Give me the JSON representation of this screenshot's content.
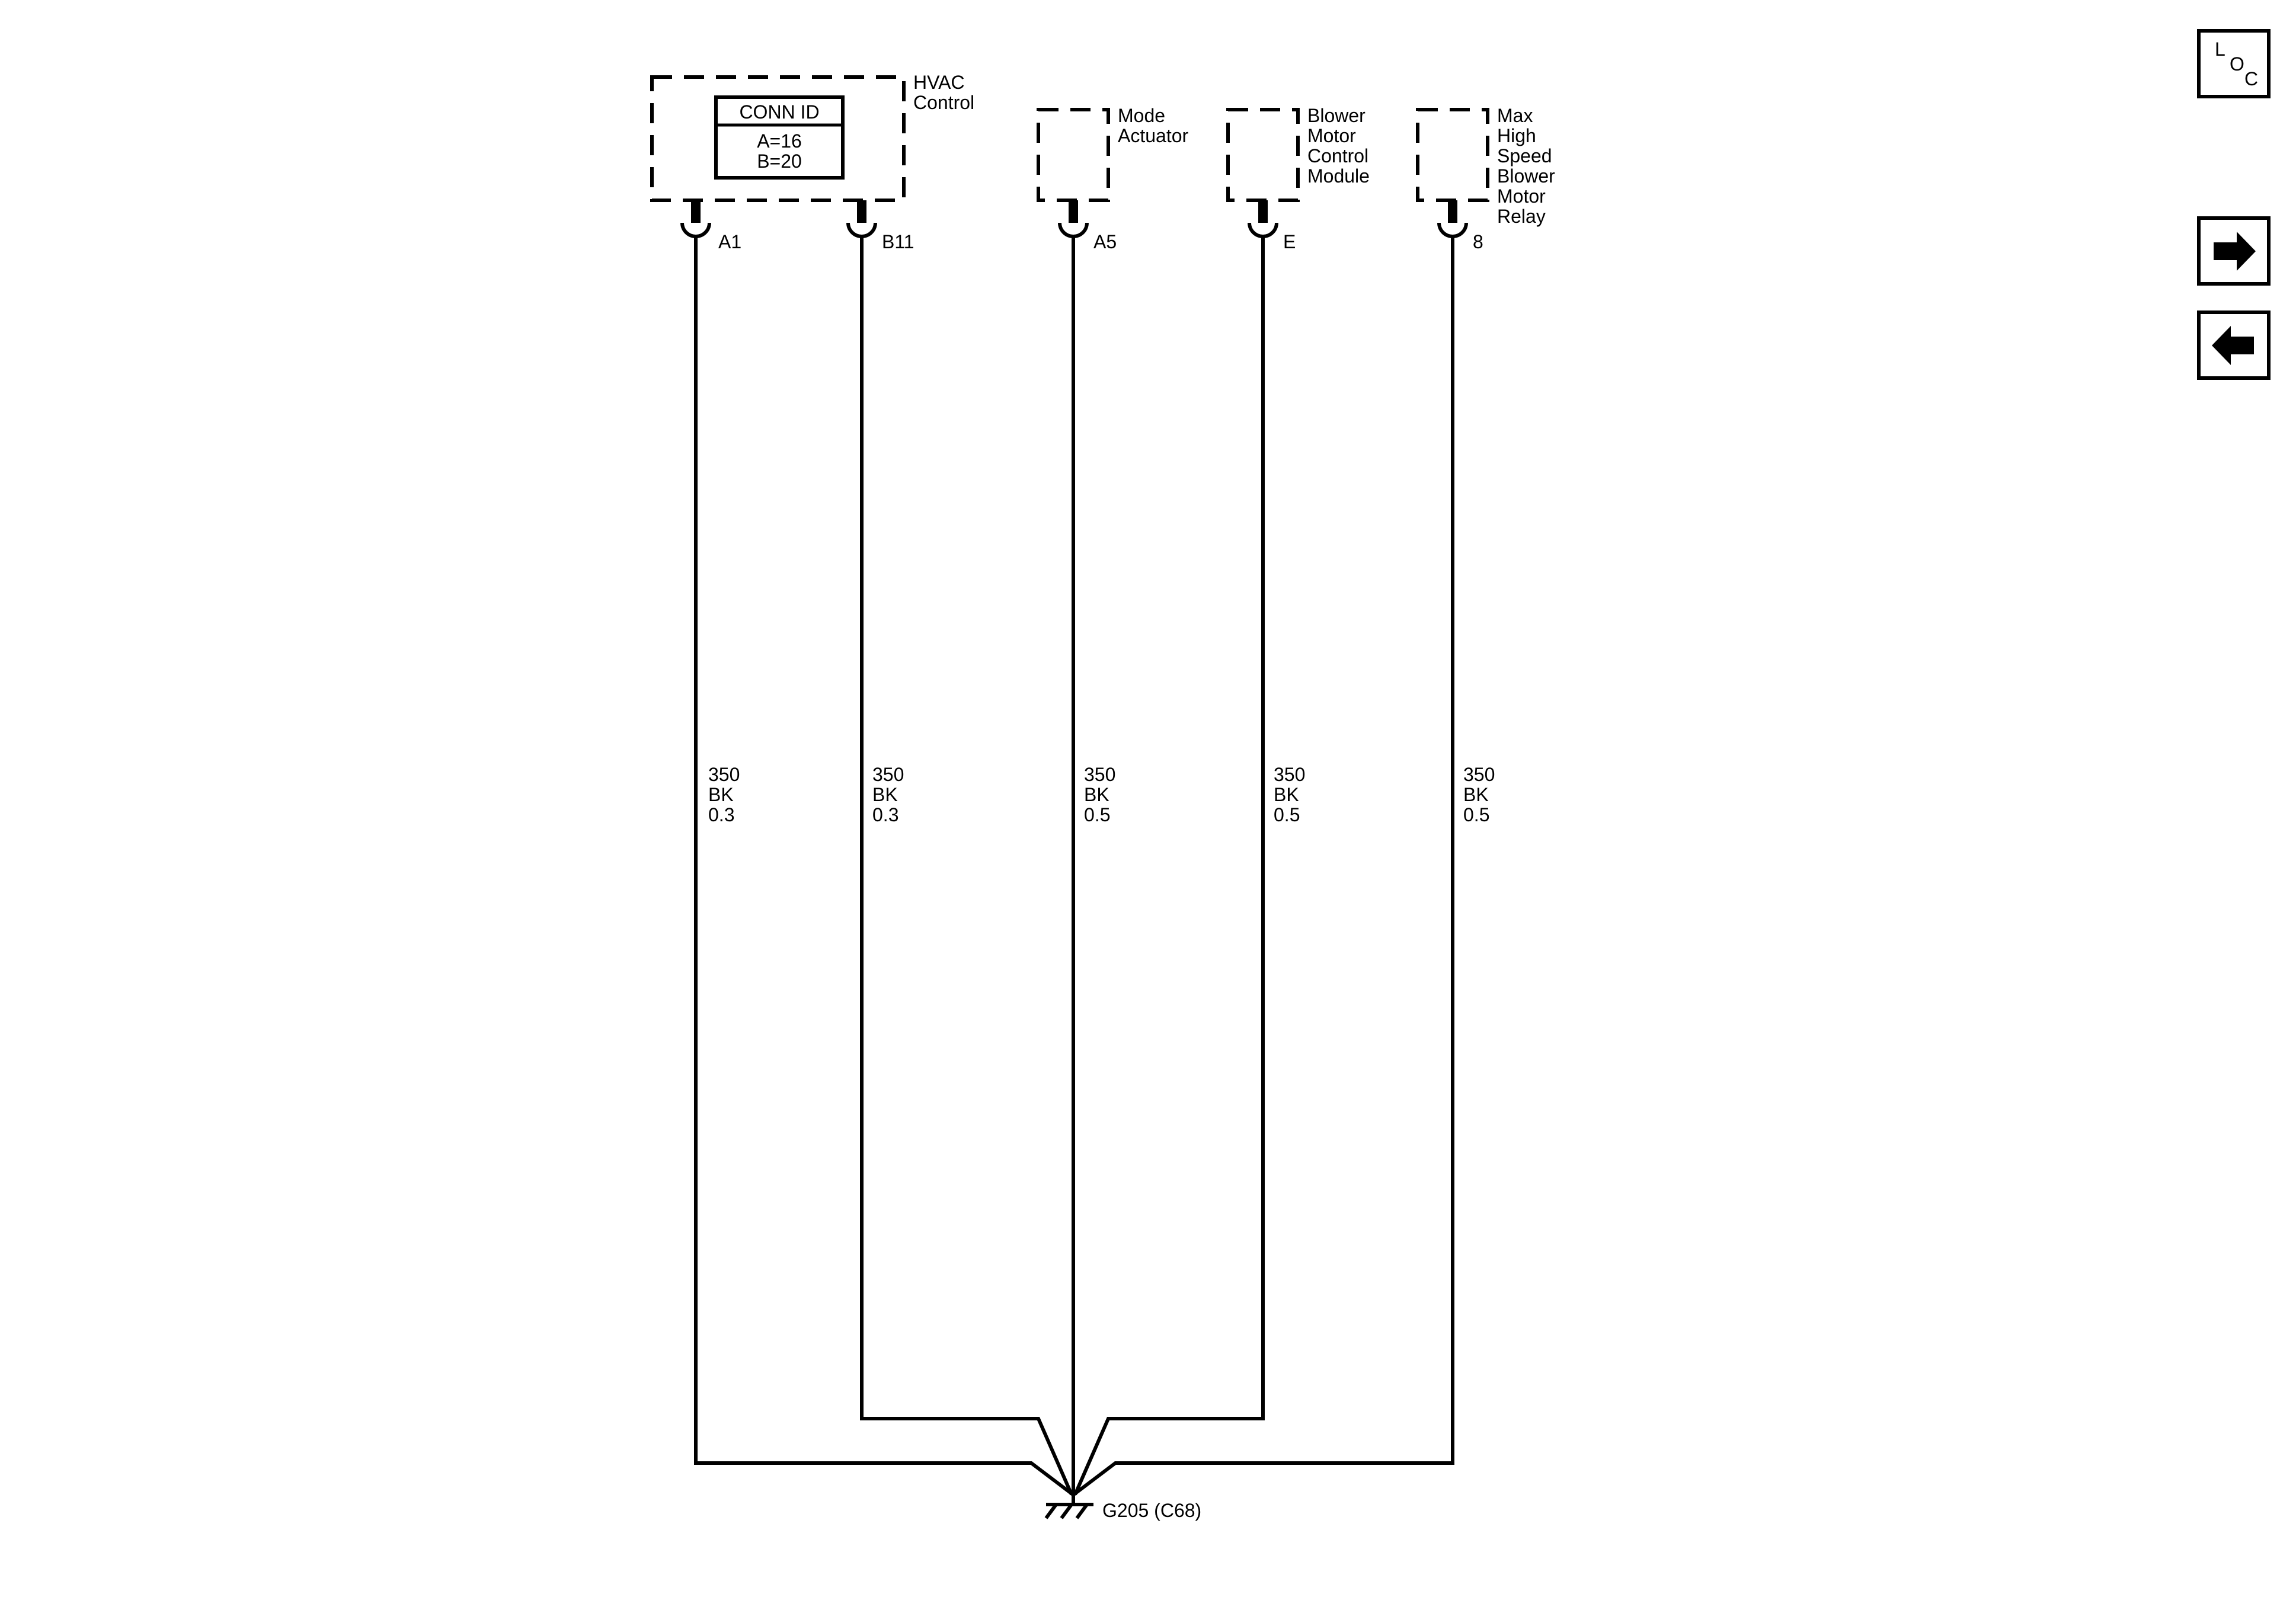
{
  "components": [
    {
      "id": "hvac",
      "name_lines": [
        "HVAC",
        "Control"
      ],
      "conn_id": {
        "title": "CONN ID",
        "lines": [
          "A=16",
          "B=20"
        ]
      }
    },
    {
      "id": "mode",
      "name_lines": [
        "Mode",
        "Actuator"
      ]
    },
    {
      "id": "bmcm",
      "name_lines": [
        "Blower",
        "Motor",
        "Control",
        "Module"
      ]
    },
    {
      "id": "relay",
      "name_lines": [
        "Max",
        "High",
        "Speed",
        "Blower",
        "Motor",
        "Relay"
      ]
    }
  ],
  "wires": [
    {
      "pin": "A1",
      "circuit": "350",
      "color": "BK",
      "gauge": "0.3"
    },
    {
      "pin": "B11",
      "circuit": "350",
      "color": "BK",
      "gauge": "0.3"
    },
    {
      "pin": "A5",
      "circuit": "350",
      "color": "BK",
      "gauge": "0.5"
    },
    {
      "pin": "E",
      "circuit": "350",
      "color": "BK",
      "gauge": "0.5"
    },
    {
      "pin": "8",
      "circuit": "350",
      "color": "BK",
      "gauge": "0.5"
    }
  ],
  "ground": {
    "label": "G205 (C68)"
  },
  "nav": {
    "loc": {
      "letters": [
        "L",
        "O",
        "C"
      ]
    },
    "forward_icon": "right-arrow",
    "back_icon": "left-arrow"
  }
}
